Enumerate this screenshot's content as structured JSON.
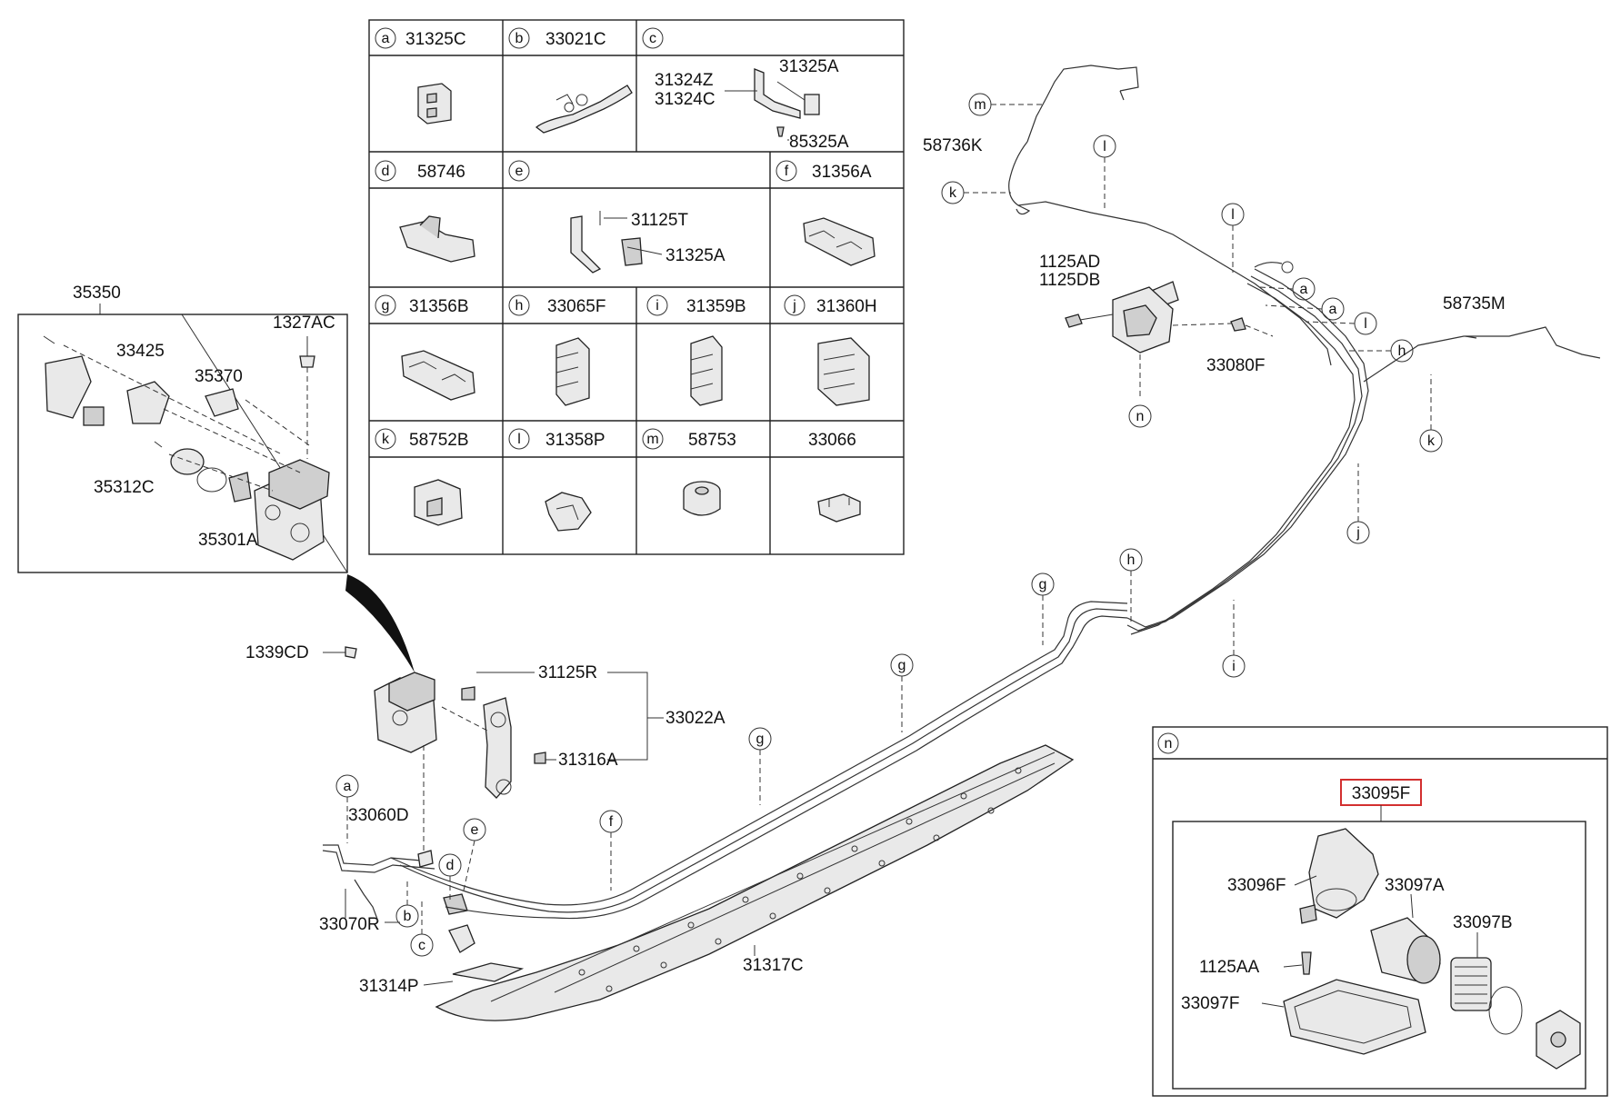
{
  "grid": {
    "cells": [
      {
        "letter": "a",
        "part": "31325C"
      },
      {
        "letter": "b",
        "part": "33021C"
      },
      {
        "letter": "c",
        "part": ""
      },
      {
        "letter": "d",
        "part": "58746"
      },
      {
        "letter": "e",
        "part": ""
      },
      {
        "letter": "f",
        "part": "31356A"
      },
      {
        "letter": "g",
        "part": "31356B"
      },
      {
        "letter": "h",
        "part": "33065F"
      },
      {
        "letter": "i",
        "part": "31359B"
      },
      {
        "letter": "j",
        "part": "31360H"
      },
      {
        "letter": "k",
        "part": "58752B"
      },
      {
        "letter": "l",
        "part": "31358P"
      },
      {
        "letter": "m",
        "part": "58753"
      },
      {
        "letter": "",
        "part": "33066"
      }
    ],
    "c_parts": [
      "31324Z",
      "31324C",
      "31325A",
      "85325A"
    ],
    "e_parts": [
      "31125T",
      "31325A"
    ]
  },
  "valve_box": {
    "title": "35350",
    "parts": [
      "33425",
      "35370",
      "35312C",
      "35301A"
    ]
  },
  "callouts": {
    "p1327AC": "1327AC",
    "p1339CD": "1339CD",
    "p31125R": "31125R",
    "p33022A": "33022A",
    "p31316A": "31316A",
    "p33060D": "33060D",
    "p33070R": "33070R",
    "p31314P": "31314P",
    "p31317C": "31317C",
    "p58736K": "58736K",
    "p58735M": "58735M",
    "p1125AD": "1125AD",
    "p1125DB": "1125DB",
    "p33080F": "33080F"
  },
  "letters": {
    "a": "a",
    "b": "b",
    "c": "c",
    "d": "d",
    "e": "e",
    "f": "f",
    "g": "g",
    "h": "h",
    "i": "i",
    "j": "j",
    "k": "k",
    "l": "l",
    "m": "m",
    "n": "n"
  },
  "filter_box": {
    "letter": "n",
    "assembly": "33095F",
    "highlight_color": "#d32f2f",
    "parts": [
      "33096F",
      "33097A",
      "33097B",
      "1125AA",
      "33097F"
    ]
  }
}
